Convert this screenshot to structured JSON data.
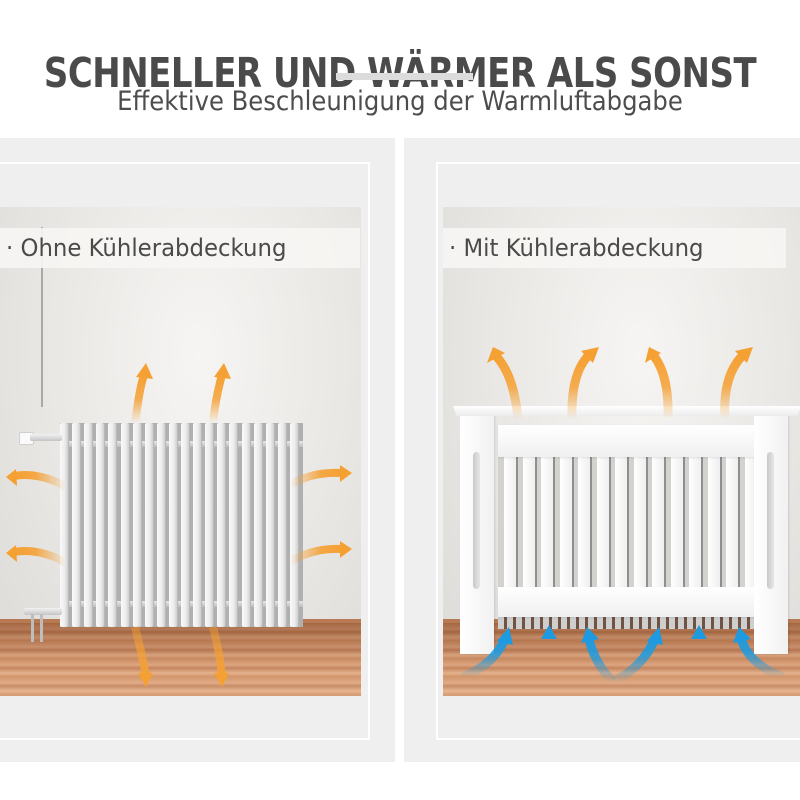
{
  "header": {
    "title": "SCHNELLER UND WÄRMER ALS SONST",
    "subtitle": "Effektive Beschleunigung der Warmluftabgabe"
  },
  "panels": [
    {
      "label": "· Ohne Kühlerabdeckung",
      "scene": "radiator-without-cover",
      "arrow_color": "#f5a033"
    },
    {
      "label": "· Mit Kühlerabdeckung",
      "scene": "radiator-with-cover",
      "arrow_color_warm": "#f5a033",
      "arrow_color_cool": "#1e9be0"
    }
  ],
  "colors": {
    "title_text": "#4a4a4a",
    "separator": "#dcdcdc",
    "panel_bg": "#efefef",
    "warm_arrow": "#f5a033",
    "cool_arrow": "#1e9be0"
  }
}
